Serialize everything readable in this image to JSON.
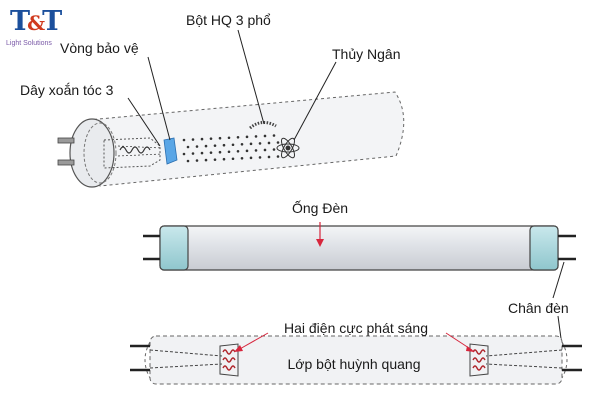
{
  "logo": {
    "mark_left": "T",
    "mark_amp": "&",
    "mark_right": "T",
    "subtitle": "Light Solutions"
  },
  "labels": {
    "protective_ring": "Vòng bảo vệ",
    "phosphor": "Bột HQ 3 phổ",
    "mercury": "Thủy Ngân",
    "coil_filament": "Dây xoắn tóc 3",
    "tube": "Ống Đèn",
    "lamp_pins": "Chân đèn",
    "electrodes": "Hai điện cực phát sáng",
    "phosphor_layer": "Lớp bột huỳnh quang"
  },
  "colors": {
    "outline": "#3a3a3a",
    "tube_fill": "#e6e8ec",
    "end_cap": "#a9d6dc",
    "leader_red": "#d7263d",
    "ring_blue": "#5aa6e6"
  }
}
